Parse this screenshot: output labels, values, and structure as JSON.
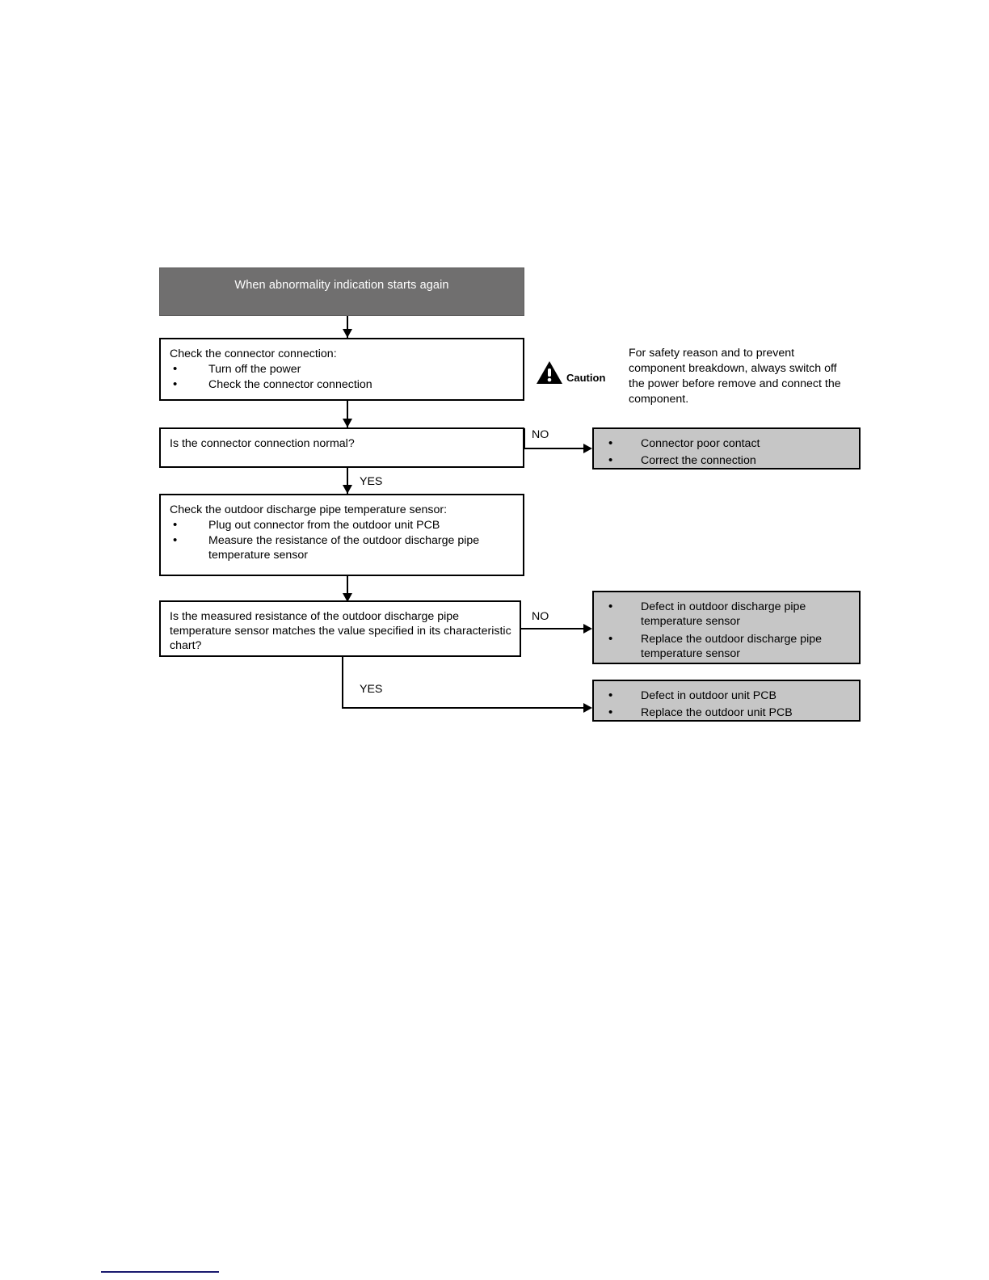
{
  "flowchart": {
    "title": "When abnormality indication starts again",
    "steps": {
      "check_connector": {
        "lead": "Check the connector connection:",
        "items": [
          "Turn off the power",
          "Check the connector connection"
        ]
      },
      "decision_connector": {
        "text": "Is the connector connection normal?"
      },
      "check_sensor": {
        "lead": "Check the outdoor discharge pipe temperature sensor:",
        "items": [
          "Plug out connector from the outdoor unit PCB",
          "Measure the resistance of the outdoor discharge pipe temperature sensor"
        ]
      },
      "decision_resistance": {
        "text": "Is the measured resistance of the outdoor discharge pipe temperature sensor matches the value specified in its characteristic chart?"
      }
    },
    "results": {
      "connector_fault": [
        "Connector poor contact",
        "Correct the connection"
      ],
      "sensor_fault": [
        "Defect in outdoor discharge pipe temperature sensor",
        "Replace the outdoor discharge pipe temperature sensor"
      ],
      "pcb_fault": [
        "Defect in outdoor unit PCB",
        "Replace the outdoor unit PCB"
      ]
    },
    "edge_labels": {
      "no_1": "NO",
      "yes_1": "YES",
      "no_2": "NO",
      "yes_2": "YES"
    }
  },
  "caution": {
    "icon": "warning-triangle-icon",
    "label": "Caution",
    "text": "For safety reason and to prevent component breakdown, always switch off the power before remove and connect the component."
  },
  "colors": {
    "header_fill": "#706F6F",
    "result_fill": "#c6c6c6",
    "outline": "#000000",
    "footer_rule": "#1a1a6e"
  }
}
